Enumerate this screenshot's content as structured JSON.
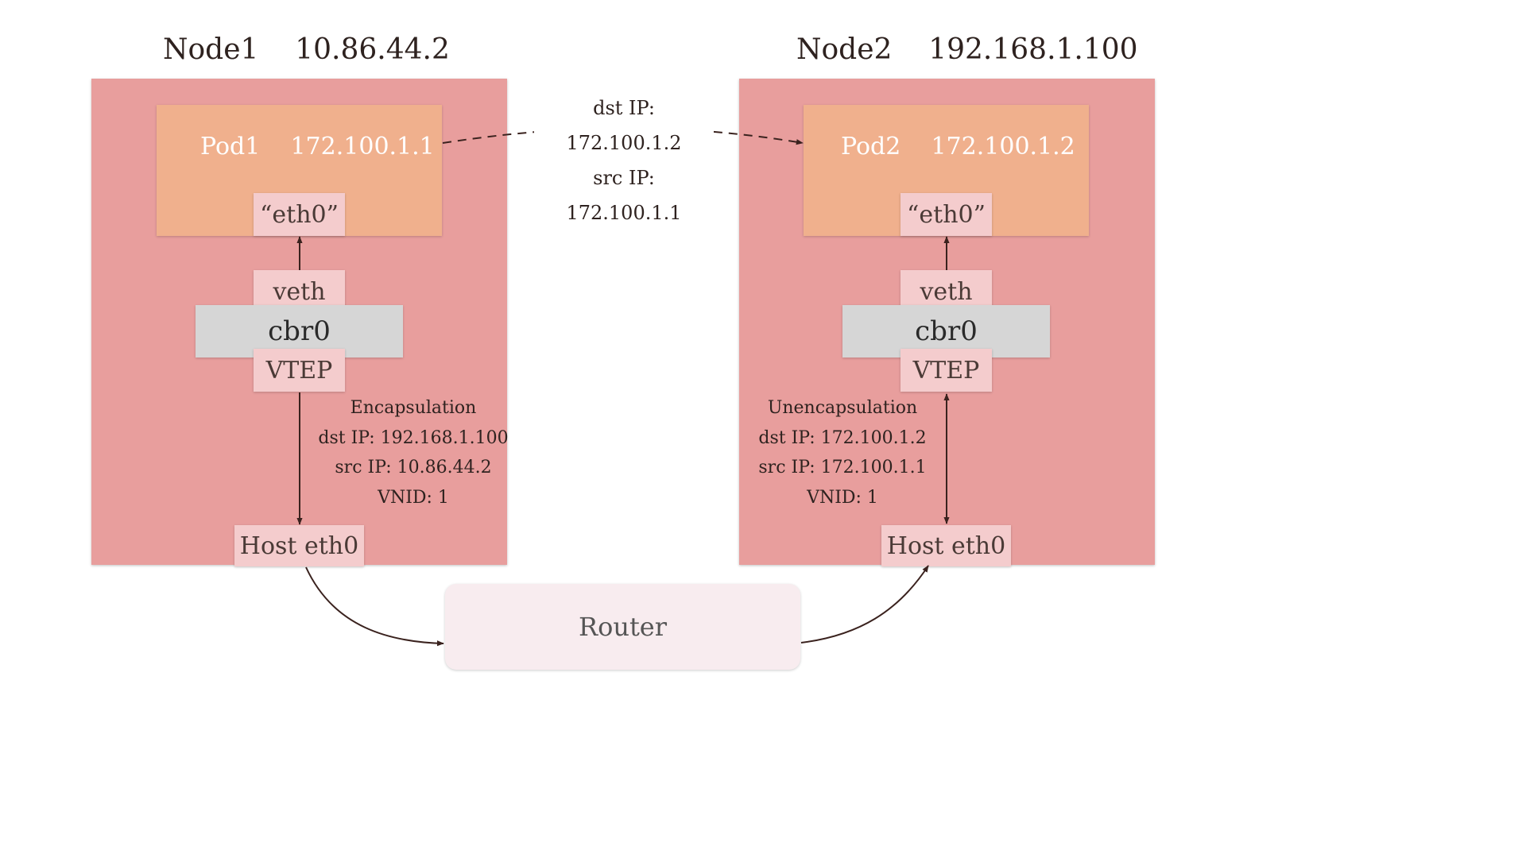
{
  "node1": {
    "title": "Node1    10.86.44.2",
    "pod_label": "Pod1    172.100.1.1",
    "pod_iface": "“eth0”",
    "veth": "veth",
    "bridge": "cbr0",
    "vtep": "VTEP",
    "host_iface": "Host eth0",
    "note": [
      "Encapsulation",
      "dst IP: 192.168.1.100",
      "src IP: 10.86.44.2",
      "VNID: 1"
    ]
  },
  "node2": {
    "title": "Node2    192.168.1.100",
    "pod_label": "Pod2    172.100.1.2",
    "pod_iface": "“eth0”",
    "veth": "veth",
    "bridge": "cbr0",
    "vtep": "VTEP",
    "host_iface": "Host eth0",
    "note": [
      "Unencapsulation",
      "dst IP: 172.100.1.2",
      "src IP: 172.100.1.1",
      "VNID: 1"
    ]
  },
  "packet": [
    "dst IP: 172.100.1.2",
    "src IP: 172.100.1.1"
  ],
  "router": {
    "label": "Router"
  },
  "colors": {
    "node": "#e89e9d",
    "pod": "#f0b08d",
    "interface": "#f4cccd",
    "bridge": "#d6d6d6",
    "router": "#f8ecef",
    "arrow": "#3a221e"
  }
}
